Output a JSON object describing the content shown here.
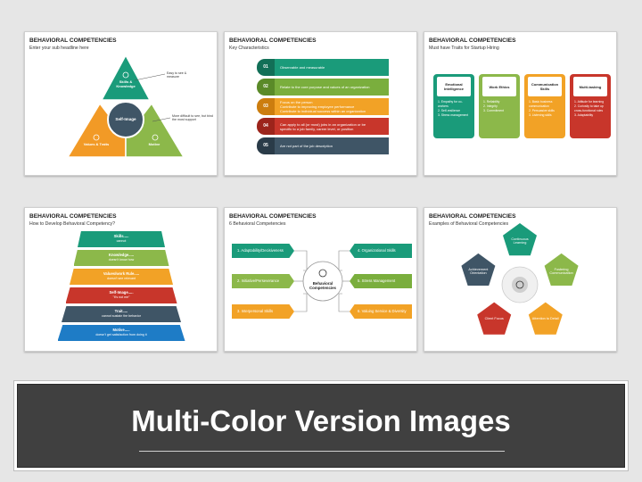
{
  "slides": [
    {
      "title": "BEHAVIORAL COMPETENCIES",
      "subtitle": "Enter your sub headline here",
      "center": "Self-Image",
      "segments": [
        {
          "label": "Skills & Knowledge",
          "color": "#1a9b7a"
        },
        {
          "label": "Values & Traits",
          "color": "#f29a26"
        },
        {
          "label": "Motive",
          "color": "#8cb84a"
        }
      ],
      "notes": [
        "Easy to see & measure",
        "More difficult to see, but bind the most support"
      ]
    },
    {
      "title": "BEHAVIORAL COMPETENCIES",
      "subtitle": "Key Characteristics",
      "bars": [
        {
          "num": "01",
          "lines": [
            "Observable and measurable"
          ],
          "color": "#1a9b7a",
          "dark": "#126f57"
        },
        {
          "num": "02",
          "lines": [
            "Relate to the core purpose and values of an organization"
          ],
          "color": "#7aae3d",
          "dark": "#5a8a28"
        },
        {
          "num": "03",
          "lines": [
            "Focus on the person",
            "Contribute to improving employee performance",
            "Contribute to individual success within an organization"
          ],
          "color": "#f2a226",
          "dark": "#cc7d0e"
        },
        {
          "num": "04",
          "lines": [
            "Can apply to all (or most) jobs in an organization or be",
            "specific to a job family, career level, or position"
          ],
          "color": "#c8362b",
          "dark": "#9c241b"
        },
        {
          "num": "05",
          "lines": [
            "Are not part of the job description"
          ],
          "color": "#3f5566",
          "dark": "#2a3b48"
        }
      ]
    },
    {
      "title": "BEHAVIORAL COMPETENCIES",
      "subtitle": "Must have Traits for Startup Hiring",
      "cards": [
        {
          "title": "Emotional Intelligence",
          "items": [
            "1. Empathy for co-workers",
            "2. Self-resilience",
            "3. Stress management"
          ],
          "color": "#1a9b7a"
        },
        {
          "title": "Work Ethics",
          "items": [
            "1. Reliability",
            "2. Integrity",
            "3. Commitment"
          ],
          "color": "#8cb84a"
        },
        {
          "title": "Communication Skills",
          "items": [
            "1. Basic business communication",
            "2. Persuasive skills",
            "3. Listening skills"
          ],
          "color": "#f2a226"
        },
        {
          "title": "Multi-tasking",
          "items": [
            "1. Attitude for learning",
            "2. Curiosity to take up cross-functional roles",
            "3. Adaptability"
          ],
          "color": "#c8362b"
        }
      ]
    },
    {
      "title": "BEHAVIORAL COMPETENCIES",
      "subtitle": "How to Develop Behavioral Competency?",
      "levels": [
        {
          "t1": "Skills.....",
          "t2": "cannot",
          "color": "#1a9b7a"
        },
        {
          "t1": "Knowledge.....",
          "t2": "doesn't know how",
          "color": "#8cb84a"
        },
        {
          "t1": "Values/work Rule.....",
          "t2": "doesn't see relevant",
          "color": "#f2a226"
        },
        {
          "t1": "Self-Image.....",
          "t2": "\"it's not me\"",
          "color": "#c8362b"
        },
        {
          "t1": "Trait.....",
          "t2": "cannot sustain the behavior",
          "color": "#3f5566"
        },
        {
          "t1": "Motive.....",
          "t2": "doesn't get satisfaction from doing it",
          "color": "#1e7cc6"
        }
      ]
    },
    {
      "title": "BEHAVIORAL COMPETENCIES",
      "subtitle": "6 Behavioral Competencies",
      "center": "Behavioral Competencies",
      "left": [
        {
          "label": "1. Adaptability/Decisiveness",
          "color": "#1a9b7a"
        },
        {
          "label": "2. Initiative/Perseverance",
          "color": "#8cb84a"
        },
        {
          "label": "3. Interpersonal Skills",
          "color": "#f2a226"
        }
      ],
      "right": [
        {
          "label": "4. Organizational Skills",
          "color": "#1a9b7a"
        },
        {
          "label": "5. Stress Management",
          "color": "#7aae3d"
        },
        {
          "label": "6. Valuing Service & Diversity",
          "color": "#f2a226"
        }
      ]
    },
    {
      "title": "BEHAVIORAL COMPETENCIES",
      "subtitle": "Examples of Behavioral Competencies",
      "items": [
        {
          "label": "Continuous Learning",
          "color": "#1a9b7a"
        },
        {
          "label": "Fostering Communication",
          "color": "#8cb84a"
        },
        {
          "label": "Attention to Detail",
          "color": "#f2a226"
        },
        {
          "label": "Client Focus",
          "color": "#c8362b"
        },
        {
          "label": "Achievement Orientation",
          "color": "#3f5566"
        }
      ]
    }
  ],
  "banner": {
    "title": "Multi-Color Version Images"
  }
}
